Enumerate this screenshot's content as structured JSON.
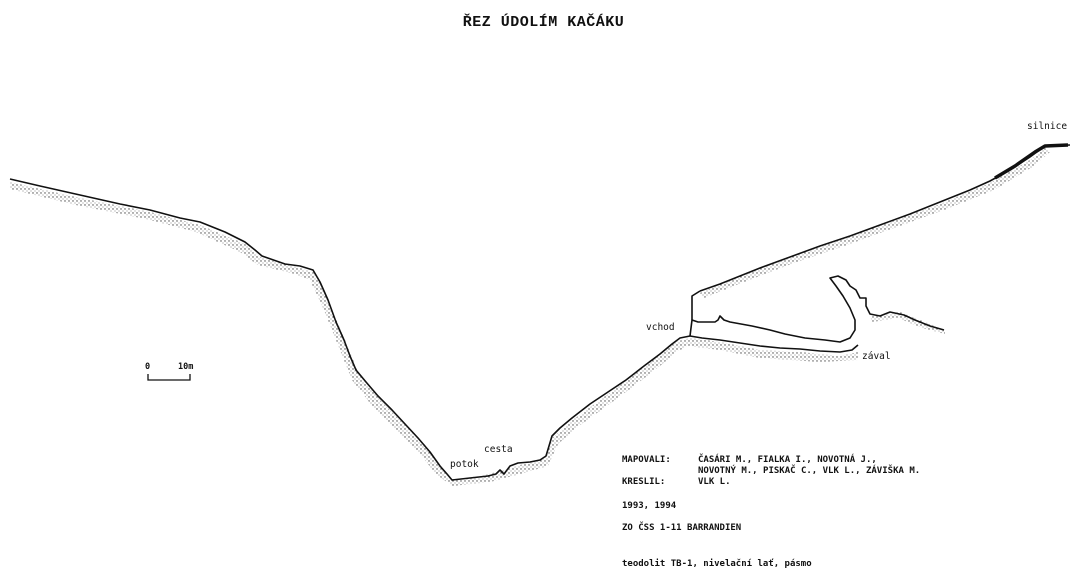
{
  "title": "ŘEZ ÚDOLÍM KAČÁKU",
  "labels": {
    "silnice": "silnice",
    "vchod": "vchod",
    "zaval": "zával",
    "cesta": "cesta",
    "potok": "potok"
  },
  "scale_bar": {
    "start": "0",
    "end": "10m"
  },
  "credits": {
    "mapovali_key": "MAPOVALI:",
    "mapovali_line1": "ČASÁRI M., FIALKA I., NOVOTNÁ J.,",
    "mapovali_line2": "NOVOTNÝ M., PISKAČ C., VLK L., ZÁVIŠKA M.",
    "kreslil_key": "KRESLIL:",
    "kreslil_value": "VLK L.",
    "years": "1993, 1994",
    "org": "ZO ČSS 1-11 BARRANDIEN",
    "instruments": "teodolit TB-1, nivelační lať, pásmo"
  }
}
